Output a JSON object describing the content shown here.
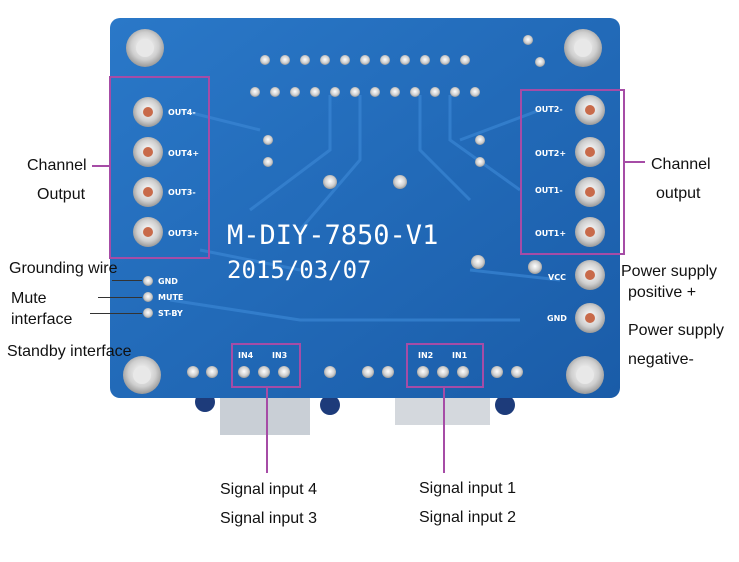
{
  "board": {
    "model_label": "M-DIY-7850-V1",
    "date_label": "2015/03/07",
    "silk_left": [
      "OUT4-",
      "OUT4+",
      "OUT3-",
      "OUT3+"
    ],
    "silk_right": [
      "OUT2-",
      "OUT2+",
      "OUT1-",
      "OUT1+"
    ],
    "silk_ctrl": [
      "GND",
      "MUTE",
      "ST-BY"
    ],
    "silk_power": [
      "VCC",
      "GND"
    ],
    "silk_in_left": [
      "IN4",
      "IN3"
    ],
    "silk_in_right": [
      "IN2",
      "IN1"
    ],
    "colors": {
      "pcb": "#1f68b8",
      "pcb_dark": "#154f93",
      "pad": "#e6e6e6",
      "callout": "#a64ca6"
    }
  },
  "annotations": {
    "channel_output_left_1": "Channel",
    "channel_output_left_2": "Output",
    "channel_output_right_1": "Channel",
    "channel_output_right_2": "output",
    "grounding": "Grounding wire",
    "mute_1": "Mute",
    "mute_2": "interface",
    "standby": "Standby interface",
    "power_pos_1": "Power supply",
    "power_pos_2": "positive +",
    "power_neg_1": "Power supply",
    "power_neg_2": "negative-",
    "signal_4": "Signal input 4",
    "signal_3": "Signal input 3",
    "signal_1": "Signal input 1",
    "signal_2": "Signal input 2"
  }
}
